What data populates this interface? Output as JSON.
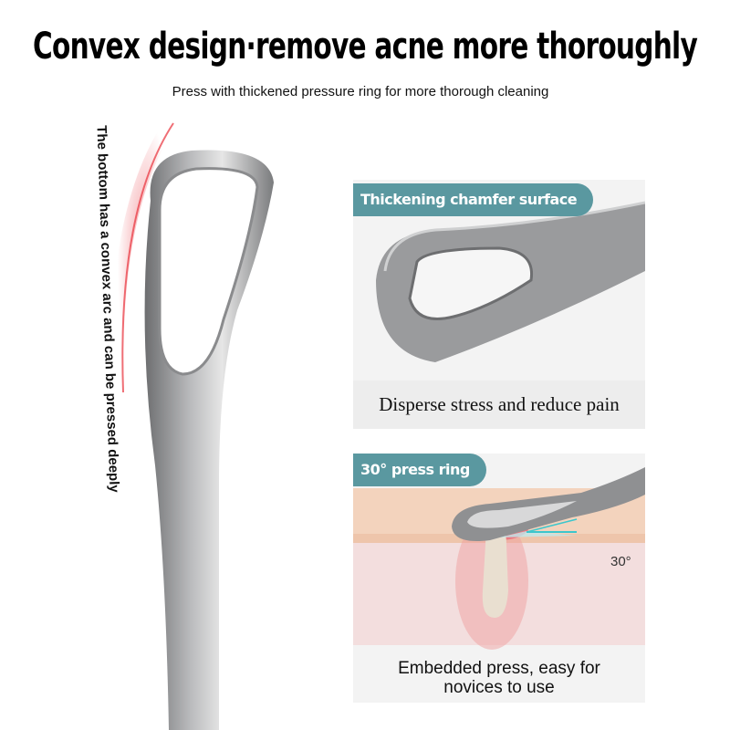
{
  "header": {
    "title": "Convex design·remove acne more thoroughly",
    "subtitle": "Press with thickened pressure ring for more thorough cleaning"
  },
  "left": {
    "side_text": "The bottom has a convex arc and can be pressed deeply"
  },
  "panels": [
    {
      "badge": "Thickening chamfer surface",
      "caption": "Disperse stress and reduce pain"
    },
    {
      "badge": "30° press ring",
      "angle_label": "30°",
      "caption_line1": "Embedded press, easy for",
      "caption_line2": "novices to use"
    }
  ],
  "colors": {
    "badge": "#5a98a0",
    "highlight": "#e8303a",
    "angle": "#3cc6cc"
  }
}
